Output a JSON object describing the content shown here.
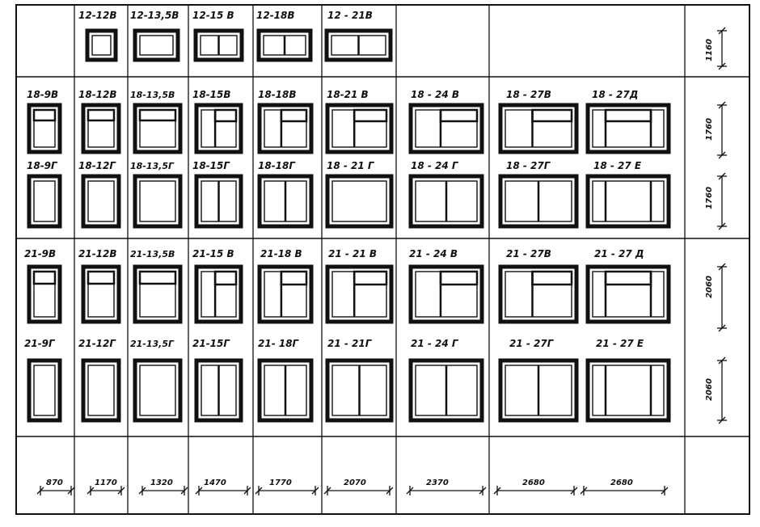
{
  "row_12": {
    "labels": [
      "12-12В",
      "12-13,5В",
      "12-15 В",
      "12-18В",
      "12 - 21В"
    ],
    "height": "1160"
  },
  "row_18v": {
    "labels": [
      "18-9В",
      "18-12В",
      "18-13,5В",
      "18-15В",
      "18-18В",
      "18-21 В",
      "18 - 24 В",
      "18 - 27В",
      "18 - 27Д"
    ]
  },
  "row_18g": {
    "labels": [
      "18-9Г",
      "18-12Г",
      "18-13,5Г",
      "18-15Г",
      "18-18Г",
      "18 - 21 Г",
      "18 - 24 Г",
      "18 - 27Г",
      "18 - 27 Е"
    ]
  },
  "heights_18": [
    "1760",
    "1760"
  ],
  "row_21v": {
    "labels": [
      "21-9В",
      "21-12В",
      "21-13,5В",
      "21-15 В",
      "21-18 В",
      "21 - 21 В",
      "21 - 24 В",
      "21 - 27В",
      "21 - 27 Д"
    ]
  },
  "row_21g": {
    "labels": [
      "21-9Г",
      "21-12Г",
      "21-13,5Г",
      "21-15Г",
      "21- 18Г",
      "21 - 21Г",
      "21 - 24 Г",
      "21 - 27Г",
      "21 - 27 Е"
    ]
  },
  "heights_21": [
    "2060",
    "2060"
  ],
  "widths": [
    "870",
    "1170",
    "1320",
    "1470",
    "1770",
    "2070",
    "2370",
    "2680",
    "2680"
  ]
}
